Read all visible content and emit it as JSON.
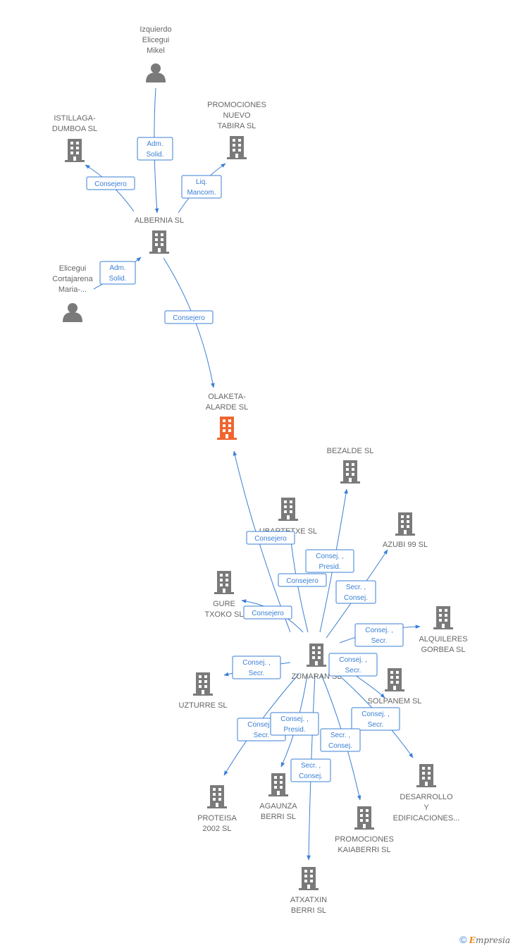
{
  "colors": {
    "edge": "#3a7fd5",
    "node": "#7a7a7a",
    "focus": "#f06530",
    "label": "#666666"
  },
  "nodes": [
    {
      "id": "izquierdo",
      "type": "person",
      "icon": "person-icon",
      "lines": [
        "Izquierdo",
        "Elicegui",
        "Mikel"
      ]
    },
    {
      "id": "istillaga",
      "type": "company",
      "icon": "building-icon",
      "lines": [
        "ISTILLAGA-",
        "DUMBOA SL"
      ]
    },
    {
      "id": "promnuevo",
      "type": "company",
      "icon": "building-icon",
      "lines": [
        "PROMOCIONES",
        "NUEVO",
        "TABIRA SL"
      ]
    },
    {
      "id": "albernia",
      "type": "company",
      "icon": "building-icon",
      "lines": [
        "ALBERNIA SL"
      ]
    },
    {
      "id": "elicegui",
      "type": "person",
      "icon": "person-icon",
      "lines": [
        "Elicegui",
        "Cortajarena",
        "Maria-..."
      ]
    },
    {
      "id": "olaketa",
      "type": "company",
      "icon": "building-icon",
      "focus": true,
      "lines": [
        "OLAKETA-",
        "ALARDE SL"
      ]
    },
    {
      "id": "bezalde",
      "type": "company",
      "icon": "building-icon",
      "lines": [
        "BEZALDE SL"
      ]
    },
    {
      "id": "ubartetxe",
      "type": "company",
      "icon": "building-icon",
      "lines": [
        "UBARTETXE SL"
      ]
    },
    {
      "id": "azubi",
      "type": "company",
      "icon": "building-icon",
      "lines": [
        "AZUBI 99 SL"
      ]
    },
    {
      "id": "gure",
      "type": "company",
      "icon": "building-icon",
      "lines": [
        "GURE",
        "TXOKO SL"
      ]
    },
    {
      "id": "alquileres",
      "type": "company",
      "icon": "building-icon",
      "lines": [
        "ALQUILERES",
        "GORBEA SL"
      ]
    },
    {
      "id": "zumaran",
      "type": "company",
      "icon": "building-icon",
      "lines": [
        "ZUMARAN SL"
      ]
    },
    {
      "id": "uzturre",
      "type": "company",
      "icon": "building-icon",
      "lines": [
        "UZTURRE SL"
      ]
    },
    {
      "id": "solpanem",
      "type": "company",
      "icon": "building-icon",
      "lines": [
        "SOLPANEM SL"
      ]
    },
    {
      "id": "desarrollo",
      "type": "company",
      "icon": "building-icon",
      "lines": [
        "DESARROLLO",
        "Y",
        "EDIFICACIONES..."
      ]
    },
    {
      "id": "proteisa",
      "type": "company",
      "icon": "building-icon",
      "lines": [
        "PROTEISA",
        "2002 SL"
      ]
    },
    {
      "id": "agaunza",
      "type": "company",
      "icon": "building-icon",
      "lines": [
        "AGAUNZA",
        "BERRI SL"
      ]
    },
    {
      "id": "promkaia",
      "type": "company",
      "icon": "building-icon",
      "lines": [
        "PROMOCIONES",
        "KAIABERRI SL"
      ]
    },
    {
      "id": "atxatxin",
      "type": "company",
      "icon": "building-icon",
      "lines": [
        "ATXATXIN",
        "BERRI SL"
      ]
    }
  ],
  "edges": [
    {
      "from": "izquierdo",
      "to": "albernia",
      "lines": [
        "Adm.",
        "Solid."
      ]
    },
    {
      "from": "albernia",
      "to": "istillaga",
      "lines": [
        "Consejero"
      ]
    },
    {
      "from": "albernia",
      "to": "promnuevo",
      "lines": [
        "Liq.",
        "Mancom."
      ]
    },
    {
      "from": "elicegui",
      "to": "albernia",
      "lines": [
        "Adm.",
        "Solid."
      ]
    },
    {
      "from": "albernia",
      "to": "olaketa",
      "lines": [
        "Consejero"
      ]
    },
    {
      "from": "zumaran",
      "to": "olaketa",
      "lines": [
        "Consejero"
      ]
    },
    {
      "from": "zumaran",
      "to": "ubartetxe",
      "lines": [
        "Consejero"
      ]
    },
    {
      "from": "zumaran",
      "to": "bezalde",
      "lines": [
        "Consej. ,",
        "Presid."
      ]
    },
    {
      "from": "zumaran",
      "to": "azubi",
      "lines": [
        "Secr. ,",
        "Consej."
      ]
    },
    {
      "from": "zumaran",
      "to": "gure",
      "lines": [
        "Consejero"
      ]
    },
    {
      "from": "zumaran",
      "to": "alquileres",
      "lines": [
        "Consej. ,",
        "Secr."
      ]
    },
    {
      "from": "zumaran",
      "to": "solpanem",
      "lines": [
        "Consej. ,",
        "Secr."
      ]
    },
    {
      "from": "zumaran",
      "to": "uzturre",
      "lines": [
        "Consej. ,",
        "Secr."
      ]
    },
    {
      "from": "zumaran",
      "to": "desarrollo",
      "lines": [
        "Consej. ,",
        "Secr."
      ]
    },
    {
      "from": "zumaran",
      "to": "proteisa",
      "lines": [
        "Consej. ,",
        "Secr."
      ]
    },
    {
      "from": "zumaran",
      "to": "agaunza",
      "lines": [
        "Consej. ,",
        "Presid."
      ]
    },
    {
      "from": "zumaran",
      "to": "promkaia",
      "lines": [
        "Secr. ,",
        "Consej."
      ]
    },
    {
      "from": "zumaran",
      "to": "atxatxin",
      "lines": [
        "Secr. ,",
        "Consej."
      ]
    }
  ],
  "brand": {
    "symbol": "©",
    "initial": "E",
    "rest": "mpresia"
  }
}
